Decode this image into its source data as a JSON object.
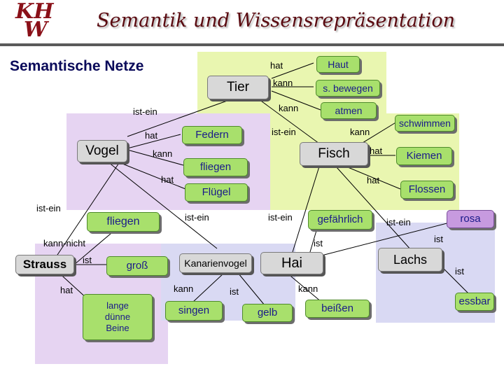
{
  "header": {
    "logo_line1": "KH",
    "logo_line2": "W",
    "title": "Semantik und Wissensrepräsentation"
  },
  "slide_title": "Semantische Netze",
  "nodes": {
    "tier": "Tier",
    "haut": "Haut",
    "s_bewegen": "s. bewegen",
    "atmen": "atmen",
    "vogel": "Vogel",
    "federn": "Federn",
    "fisch": "Fisch",
    "fliegen_vogel": "fliegen",
    "schwimmen": "schwimmen",
    "kiemen": "Kiemen",
    "fluegel": "Flügel",
    "flossen": "Flossen",
    "fliegen": "fliegen",
    "gefaehrlich": "gefährlich",
    "rosa": "rosa",
    "strauss": "Strauss",
    "gross": "groß",
    "kanarienvogel": "Kanarienvogel",
    "hai": "Hai",
    "lachs": "Lachs",
    "lange_duenne_beine": "lange dünne Beine",
    "singen": "singen",
    "gelb": "gelb",
    "beissen": "beißen",
    "essbar": "essbar"
  },
  "labels": {
    "tier_hat": "hat",
    "tier_kann1": "kann",
    "tier_kann2": "kann",
    "vogel_istein": "ist-ein",
    "fisch_istein": "ist-ein",
    "vogel_hat1": "hat",
    "vogel_kann": "kann",
    "vogel_hat2": "hat",
    "fisch_kann": "kann",
    "fisch_hat1": "hat",
    "fisch_hat2": "hat",
    "strauss_istein": "ist-ein",
    "kanarien_istein": "ist-ein",
    "hai_istein": "ist-ein",
    "lachs_istein": "ist-ein",
    "strauss_kannnicht": "kann-nicht",
    "strauss_ist": "ist",
    "strauss_hat": "hat",
    "hai_ist": "ist",
    "lachs_ist1": "ist",
    "lachs_ist2": "ist",
    "kanarien_kann": "kann",
    "kanarien_ist": "ist",
    "hai_kann": "kann"
  },
  "colors": {
    "region_tier": "#e9f6b0",
    "region_vogel": "#e6d4f2",
    "region_fisch": "#e9f6b0",
    "region_strauss": "#e6d4f2",
    "region_kanarien": "#d9d9f3",
    "region_lachs": "#d9d9f3",
    "node_green": "#a8e06c",
    "node_gray": "#d8d8d8",
    "node_purple": "#c79adf",
    "title": "#5a0a10",
    "slide_title": "#0a0a5a"
  }
}
